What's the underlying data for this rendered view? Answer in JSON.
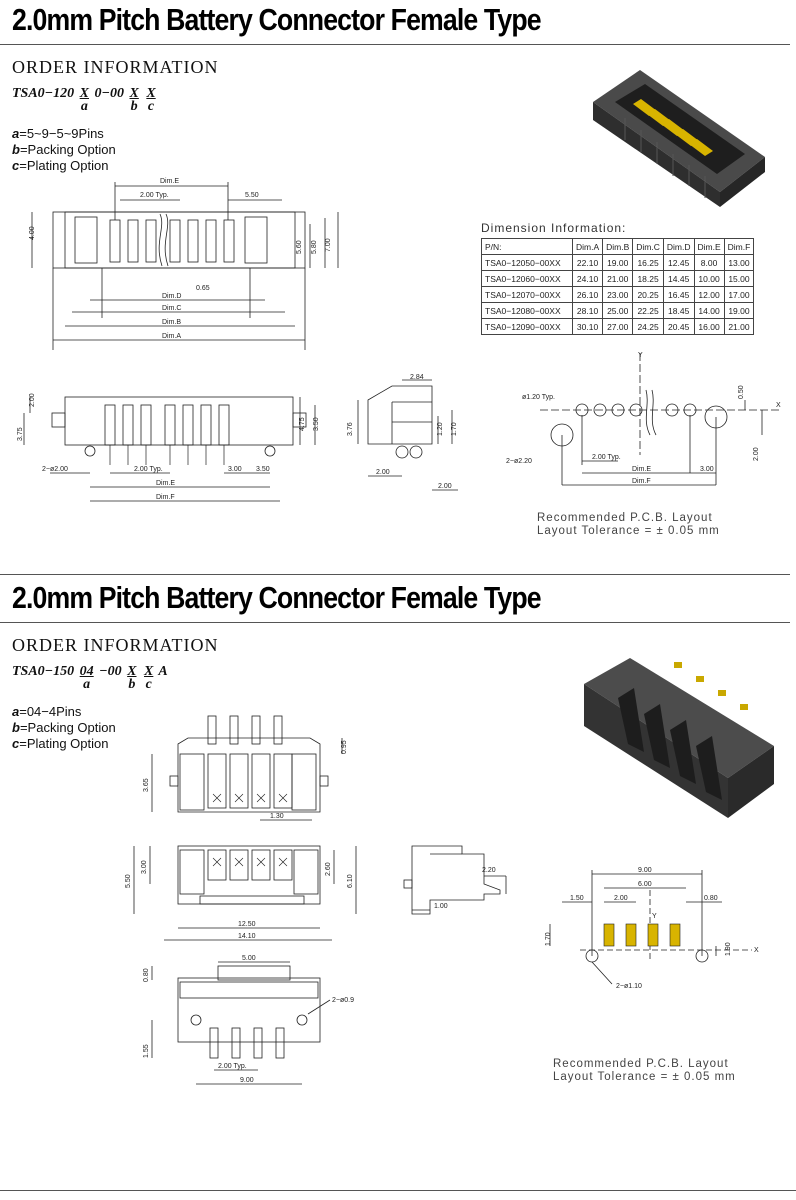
{
  "section1": {
    "title": "2.0mm Pitch Battery Connector Female Type",
    "order_heading": "ORDER INFORMATION",
    "part_code": {
      "prefix": "TSA0−120",
      "a": "X",
      "mid": "0−00",
      "b": "X",
      "c": "X"
    },
    "frac_labels": {
      "a": "a",
      "b": "b",
      "c": "c"
    },
    "options": [
      {
        "key": "a",
        "text": "=5~9−5~9Pins"
      },
      {
        "key": "b",
        "text": "=Packing Option"
      },
      {
        "key": "c",
        "text": "=Plating Option"
      }
    ],
    "table_caption": "Dimension Information:",
    "table": {
      "headers": [
        "P/N:",
        "Dim.A",
        "Dim.B",
        "Dim.C",
        "Dim.D",
        "Dim.E",
        "Dim.F"
      ],
      "rows": [
        [
          "TSA0−12050−00XX",
          "22.10",
          "19.00",
          "16.25",
          "12.45",
          "8.00",
          "13.00"
        ],
        [
          "TSA0−12060−00XX",
          "24.10",
          "21.00",
          "18.25",
          "14.45",
          "10.00",
          "15.00"
        ],
        [
          "TSA0−12070−00XX",
          "26.10",
          "23.00",
          "20.25",
          "16.45",
          "12.00",
          "17.00"
        ],
        [
          "TSA0−12080−00XX",
          "28.10",
          "25.00",
          "22.25",
          "18.45",
          "14.00",
          "19.00"
        ],
        [
          "TSA0−12090−00XX",
          "30.10",
          "27.00",
          "24.25",
          "20.45",
          "16.00",
          "21.00"
        ]
      ]
    },
    "pcb_note": [
      "Recommended   P.C.B.  Layout",
      "Layout Tolerance  =  ±  0.05  mm"
    ],
    "labels": {
      "dimE": "Dim.E",
      "typ200": "2.00 Typ.",
      "d550": "5.50",
      "d400": "4.00",
      "d560": "5.60",
      "d580": "5.80",
      "d700": "7.00",
      "d065": "0.65",
      "dimD": "Dim.D",
      "dimC": "Dim.C",
      "dimB": "Dim.B",
      "dimA": "Dim.A",
      "d200": "2.00",
      "d375": "3.75",
      "d475": "4.75",
      "d350": "3.50",
      "phi200": "2−ø2.00",
      "d300": "3.00",
      "dimF": "Dim.F",
      "d284": "2.84",
      "d376": "3.76",
      "d120": "1.20",
      "d170": "1.70",
      "phi120": "ø1.20 Typ.",
      "d050": "0.50",
      "phi220": "2−ø2.20",
      "axisY": "Y",
      "axisX": "X"
    },
    "colors": {
      "pin_gold": "#d8b400",
      "body": "#3a3a3a",
      "line": "#222222"
    }
  },
  "section2": {
    "title": "2.0mm Pitch Battery Connector Female Type",
    "order_heading": "ORDER INFORMATION",
    "part_code": {
      "prefix": "TSA0−150",
      "a": "04",
      "mid": "−00",
      "b": "X",
      "c": "X",
      "suffix": "A"
    },
    "frac_labels": {
      "a": "a",
      "b": "b",
      "c": "c"
    },
    "options": [
      {
        "key": "a",
        "text": "=04−4Pins"
      },
      {
        "key": "b",
        "text": "=Packing Option"
      },
      {
        "key": "c",
        "text": "=Plating Option"
      }
    ],
    "pcb_note": [
      "Recommended   P.C.B.  Layout",
      "Layout Tolerance  =  ±  0.05  mm"
    ],
    "labels": {
      "d365": "3.65",
      "d095": "0.95",
      "d130": "1.30",
      "d550": "5.50",
      "d300": "3.00",
      "d260": "2.60",
      "d610": "6.10",
      "d1250": "12.50",
      "d1410": "14.10",
      "d220": "2.20",
      "d100": "1.00",
      "d500": "5.00",
      "d080": "0.80",
      "phi09": "2−ø0.9",
      "d155": "1.55",
      "typ200": "2.00 Typ.",
      "d900": "9.00",
      "d600": "6.00",
      "d150": "1.50",
      "d200": "2.00",
      "d170": "1.70",
      "d190": "1.90",
      "phi110": "2−ø1.10",
      "axisY": "Y",
      "axisX": "X"
    }
  }
}
